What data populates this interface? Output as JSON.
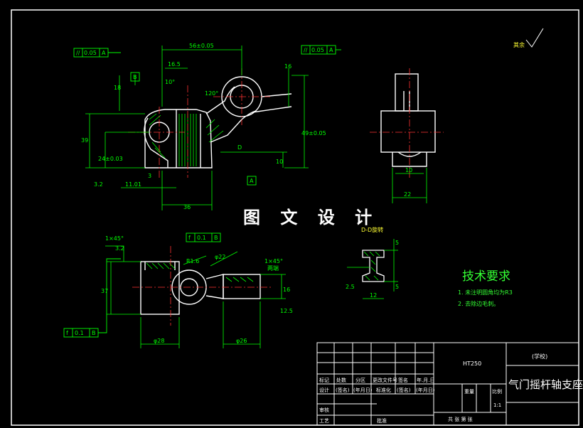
{
  "watermark": "图 文 设 计",
  "technical_requirements": {
    "title": "技术要求",
    "notes": [
      "1. 未注明圆角均为R3",
      "2. 去除边毛刺。"
    ]
  },
  "section_label": "D-D旋转",
  "roughness_note": "其余",
  "title_block": {
    "part_name": "气门摇杆轴支座",
    "material": "HT250",
    "school": "(学校)",
    "scale_label": "比例",
    "weight_label": "重量",
    "scale_value": "1:1",
    "sheet_label": "共  张  第  张",
    "row1": [
      "标记",
      "处数",
      "分区",
      "更改文件号",
      "签名",
      "年.月.日"
    ],
    "row2": [
      "设计",
      "(签名)",
      "(年月日)",
      "标准化",
      "(签名)",
      "(年月日)"
    ],
    "row3": [
      "审核"
    ],
    "row4": [
      "工艺",
      "批准"
    ]
  },
  "dimensions": {
    "top_width": "56±0.05",
    "d165": "16.5",
    "d10deg": "10°",
    "d18": "18",
    "d39": "39",
    "d24": "24±0.03",
    "d3": "3",
    "d11": "11.01",
    "d36": "36",
    "d49": "49±0.05",
    "d10": "10",
    "d16": "16",
    "ang120": "120°",
    "d22": "22",
    "side10": "10",
    "d37": "37",
    "phi28": "φ28",
    "phi26": "φ26",
    "d16b": "16",
    "phi22": "φ22",
    "r16": "R1.6",
    "ch1x45": "1×45°",
    "ch1x45b": "1×45°",
    "two_sides": "两端",
    "d5": "5",
    "d12": "12",
    "d25": "2.5",
    "ra32": "3.2",
    "ra125": "12.5",
    "d_label": "D"
  },
  "tolerance_frames": {
    "f1": [
      "//",
      "0.05",
      "A"
    ],
    "f2": [
      "//",
      "0.05",
      "A"
    ],
    "f3": [
      "f",
      "0.1",
      "B"
    ],
    "f4": [
      "f",
      "0.1",
      "B"
    ],
    "datum_a": "A",
    "datum_b": "B"
  },
  "colors": {
    "outline": "#ffffff",
    "dim": "#00ff00",
    "center": "#ff3333",
    "hatch": "#00ff00",
    "yellow": "#ffff33"
  }
}
